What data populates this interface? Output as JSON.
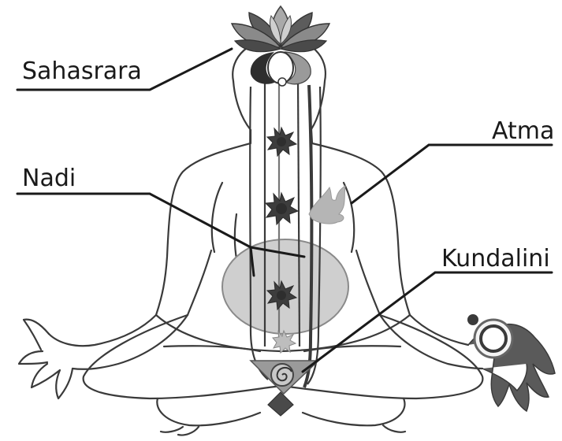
{
  "labels": {
    "sahasrara": "Sahasrara",
    "atma": "Atma",
    "nadi": "Nadi",
    "kundalini": "Kundalini"
  },
  "colors": {
    "outline": "#3a3a3a",
    "chakra": "#3d3d3d",
    "lotus_dark": "#5c5c5c",
    "lotus_light": "#a9a9a9",
    "belly_fill": "#cfcfcf",
    "hand_gray": "#8f8f8f",
    "flame": "#b5b5b5"
  }
}
